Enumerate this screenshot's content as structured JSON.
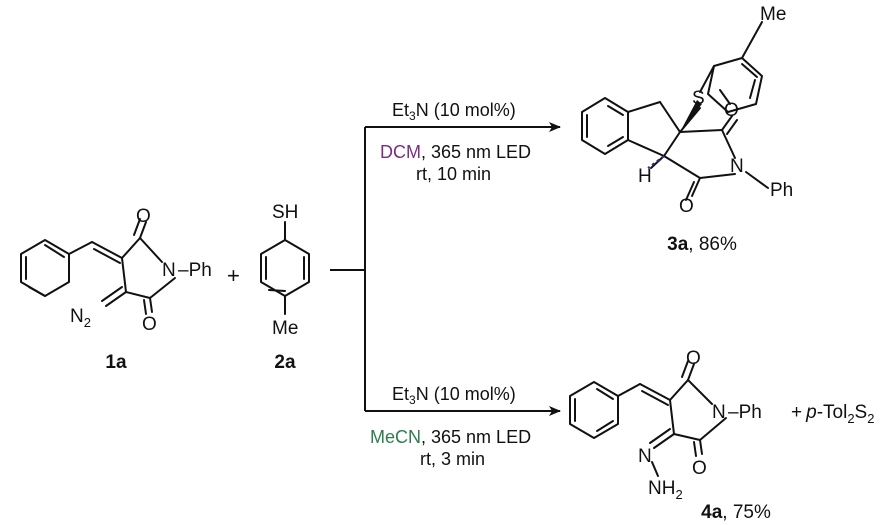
{
  "reactants": {
    "r1": {
      "label": "1a",
      "atoms": {
        "o_top": "O",
        "n_ring": "N",
        "ph": "–Ph",
        "diazo": "N",
        "diazo_sub": "2",
        "o_bot": "O"
      }
    },
    "plus": "+",
    "r2": {
      "label": "2a",
      "atoms": {
        "sh": "SH",
        "me": "Me"
      }
    }
  },
  "top_reaction": {
    "reagent": {
      "pre": "Et",
      "sub": "3",
      "post": "N (10 mol%)"
    },
    "solvent": "DCM",
    "solvent_color": "#7b2d80",
    "line1_rest": ", 365 nm LED",
    "line2": "rt, 10 min",
    "product": {
      "label": "3a",
      "yield": ", 86%",
      "atoms": {
        "me": "Me",
        "s": "S",
        "o1": "O",
        "n": "N",
        "ph": "Ph",
        "h": "H",
        "o2": "O"
      }
    }
  },
  "bottom_reaction": {
    "reagent": {
      "pre": "Et",
      "sub": "3",
      "post": "N (10 mol%)"
    },
    "solvent": "MeCN",
    "solvent_color": "#2e7d4f",
    "line1_rest": ", 365 nm LED",
    "line2": "rt, 3 min",
    "product": {
      "label": "4a",
      "yield": ", 75%",
      "atoms": {
        "o1": "O",
        "n": "N",
        "ph": "–Ph",
        "o2": "O",
        "n_hyd": "N",
        "nh2": "NH",
        "nh2_sub": "2"
      },
      "byproduct": {
        "plus": "+",
        "p": "p",
        "rest": "-Tol",
        "sub1": "2",
        "s": "S",
        "sub2": "2"
      }
    }
  }
}
